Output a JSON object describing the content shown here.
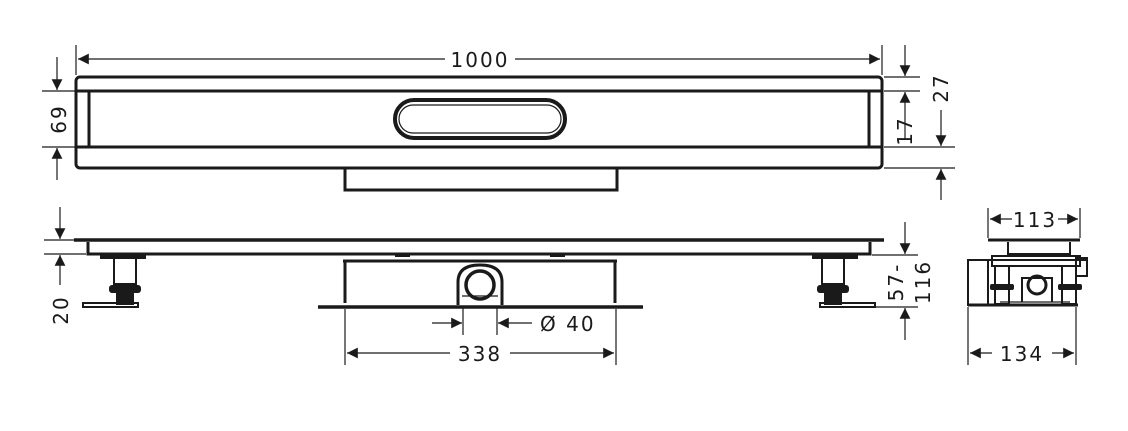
{
  "drawing": {
    "type": "technical-drawing",
    "subject": "shower drain channel set",
    "views": [
      "top-view",
      "front-elevation",
      "side-view"
    ]
  },
  "dimensions": {
    "length": "1000",
    "width_outer": "69",
    "cover_offset": "27",
    "inner_gap": "17",
    "frame_height": "20",
    "install_height": "57-",
    "install_height_max": "116",
    "outlet_diameter": "Ø 40",
    "body_length": "338",
    "side_top_width": "113",
    "side_bottom_width": "134"
  },
  "colors": {
    "line": "#1a1a1a",
    "background": "#ffffff"
  }
}
